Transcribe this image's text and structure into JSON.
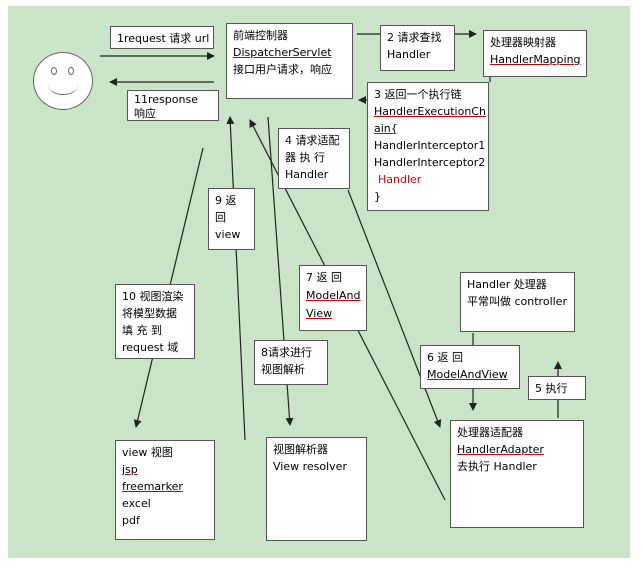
{
  "label_request": "1request 请求 url",
  "label_response": [
    "11response",
    "响应"
  ],
  "front_controller": [
    "前端控制器",
    "DispatcherServlet",
    "接口用户请求，响应"
  ],
  "find_handler": [
    "2 请求查找",
    "Handler"
  ],
  "handler_mapping": [
    "处理器映射器",
    "HandlerMapping"
  ],
  "exec_chain": [
    "3 返回一个执行链",
    "HandlerExecutionCh",
    "ain{",
    "HandlerInterceptor1",
    "HandlerInterceptor2",
    "Handler",
    "}"
  ],
  "adapt_handler": [
    "4 请求适配",
    "器 执 行",
    "Handler"
  ],
  "return_view": [
    "9 返",
    "回",
    "view"
  ],
  "model_and_view_7": [
    "7 返 回",
    "ModelAnd",
    "View"
  ],
  "handler_box": [
    "Handler 处理器",
    "平常叫做 controller"
  ],
  "render_view": [
    "10 视图渲染",
    "将模型数据",
    "填 充 到",
    "request 域"
  ],
  "resolve_view": [
    "8请求进行",
    "视图解析"
  ],
  "model_and_view_6": [
    "6 返 回",
    "ModelAndView"
  ],
  "execute": "5 执行",
  "view_types": [
    "view 视图",
    "jsp",
    "freemarker",
    "excel",
    "pdf"
  ],
  "view_resolver": [
    "视图解析器",
    "View resolver"
  ],
  "handler_adapter": [
    "处理器适配器",
    "HandlerAdapter",
    "去执行 Handler"
  ]
}
